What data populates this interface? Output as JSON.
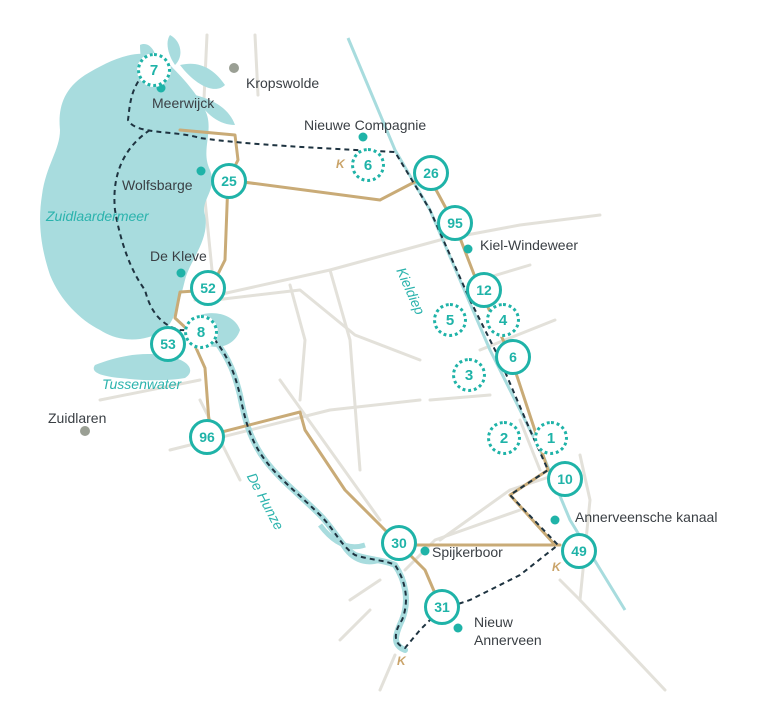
{
  "colors": {
    "water": "#a8dcde",
    "route": "#c9ab77",
    "road": "#e3e1da",
    "accent": "#1fb3a8",
    "trail": "#1e3340",
    "place_dot_green": "#1fb3a8",
    "place_dot_grey": "#9a9f94"
  },
  "places": {
    "kropswolde": "Kropswolde",
    "meerwijck": "Meerwijck",
    "nieuwe_compagnie": "Nieuwe Compagnie",
    "wolfsbarge": "Wolfsbarge",
    "kiel_windeweer": "Kiel-Windeweer",
    "de_kleve": "De Kleve",
    "zuidlaren": "Zuidlaren",
    "annerveensche_kanaal": "Annerveensche kanaal",
    "spijkerboor": "Spijkerboor",
    "nieuw_annerveen_line1": "Nieuw",
    "nieuw_annerveen_line2": "Annerveen"
  },
  "water_labels": {
    "zuidlaardermeer": "Zuidlaardermeer",
    "tussenwater": "Tussenwater",
    "kieldiep": "Kieldiep",
    "de_hunze": "De Hunze"
  },
  "junction_nodes": {
    "n25": "25",
    "n26": "26",
    "n95": "95",
    "n52": "52",
    "n12": "12",
    "n53": "53",
    "n6": "6",
    "n96": "96",
    "n10": "10",
    "n30": "30",
    "n49": "49",
    "n31": "31"
  },
  "waypoints": {
    "w7": "7",
    "w6": "6",
    "w8": "8",
    "w5": "5",
    "w4": "4",
    "w3": "3",
    "w2": "2",
    "w1": "1"
  },
  "k_markers": {
    "k1": "K",
    "k2": "K",
    "k3": "K"
  }
}
